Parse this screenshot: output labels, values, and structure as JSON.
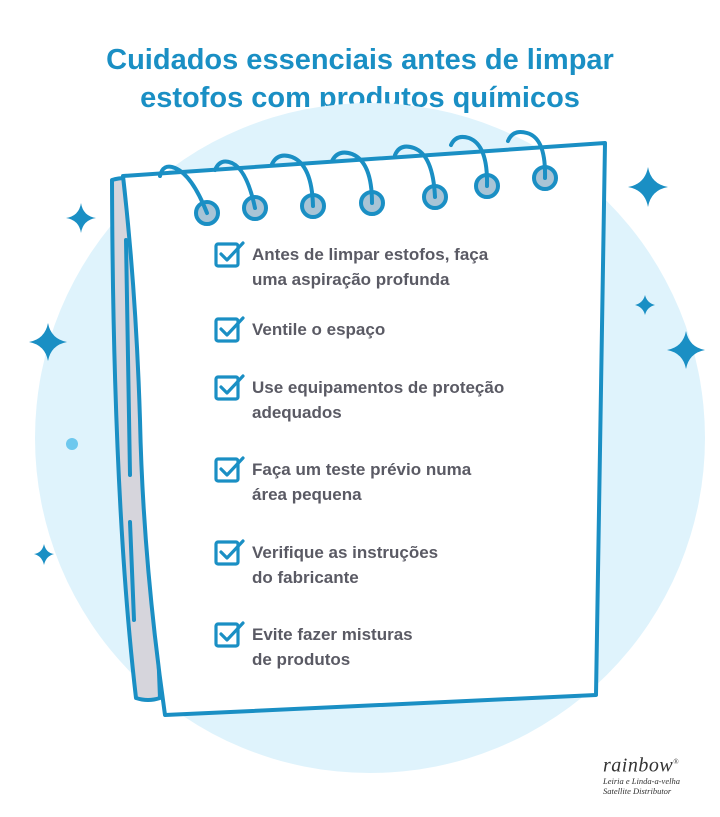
{
  "title": {
    "line1": "Cuidados essenciais antes de limpar",
    "line2": "estofos com produtos químicos"
  },
  "colors": {
    "accent": "#1a8fc4",
    "circle_bg": "#dff3fc",
    "text": "#5a5a64",
    "notebook_spine": "#d6d5dc"
  },
  "checklist": [
    {
      "lines": [
        "Antes de limpar estofos, faça",
        "uma aspiração profunda"
      ]
    },
    {
      "lines": [
        "Ventile o espaço"
      ]
    },
    {
      "lines": [
        "Use equipamentos de proteção",
        "adequados"
      ]
    },
    {
      "lines": [
        "Faça um teste prévio numa",
        "área pequena"
      ]
    },
    {
      "lines": [
        "Verifique as instruções",
        "do fabricante"
      ]
    },
    {
      "lines": [
        "Evite fazer misturas",
        "de produtos"
      ]
    }
  ],
  "icons": {
    "checkbox": "checkbox-checked-icon",
    "sparkle": "sparkle-icon"
  },
  "brand": {
    "name": "rainbow",
    "trademark": "®",
    "line1": "Leiria e Linda-a-velha",
    "line2": "Satellite Distributor"
  }
}
